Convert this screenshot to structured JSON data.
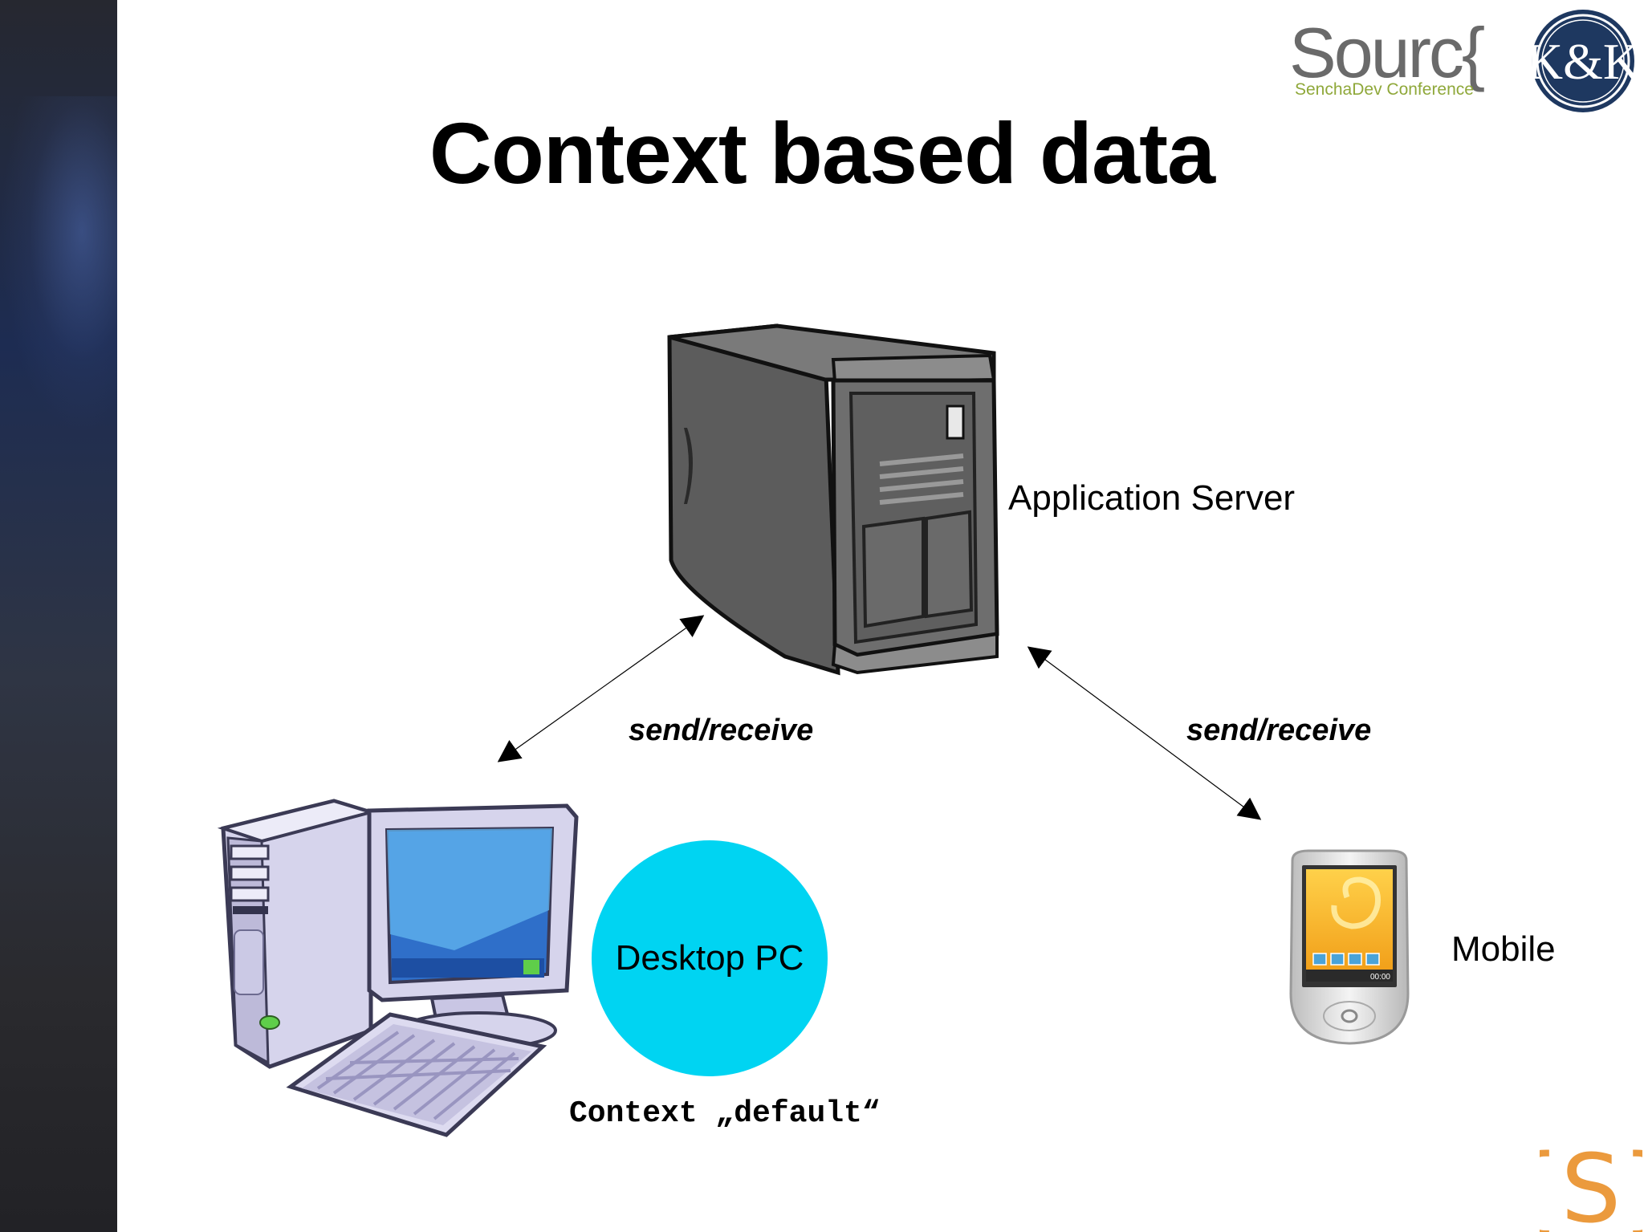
{
  "slide": {
    "title": "Context based data"
  },
  "header": {
    "brand_text": "Sourc{",
    "brand_subtitle": "SenchaDev Conference",
    "seal_letters": "K&K"
  },
  "diagram": {
    "server_label": "Application Server",
    "link_left_label": "send/receive",
    "link_right_label": "send/receive",
    "desktop_label": "Desktop PC",
    "mobile_label": "Mobile",
    "context_label": "Context „default“",
    "phone_clock": "00:00"
  },
  "footer": {
    "brand_glyph": "{S}"
  },
  "colors": {
    "bubble": "#00d4f2",
    "brand_gray": "#6a6a6a",
    "brand_orange": "#e8891c",
    "brand_green": "#8fa83a",
    "seal_navy": "#1e3860"
  }
}
